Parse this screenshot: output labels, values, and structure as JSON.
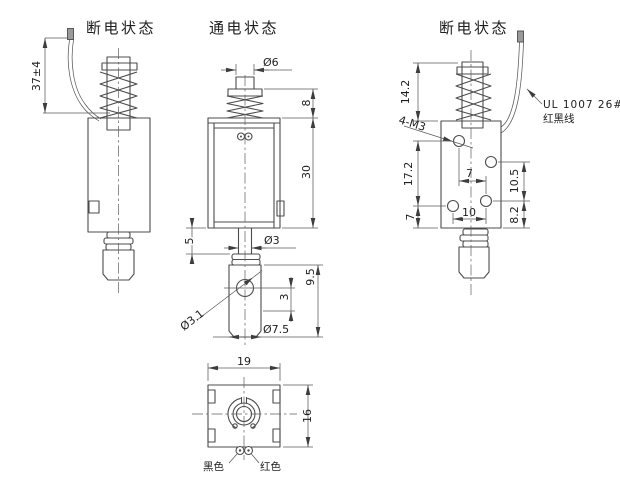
{
  "drawing": {
    "titles": {
      "left": "断电状态",
      "middle": "通电状态",
      "right": "断电状态"
    },
    "left_view": {
      "wire_length": "37±4"
    },
    "middle_view": {
      "top_diameter": "Ø6",
      "spring_height": "8",
      "body_height": "30",
      "shaft_exposed": "5",
      "shaft_diameter": "Ø3",
      "hole_diameter": "Ø3.1",
      "hole_offset": "3",
      "head_height": "9.5",
      "head_diameter": "Ø7.5"
    },
    "right_view": {
      "spring_extension": "14.2",
      "thread_callout": "4-M3",
      "hole_spacing_v": "17.2",
      "hole_to_bottom": "7",
      "hole_spacing_h": "7",
      "hole_spacing_h2": "10",
      "hole_spacing_v2": "10.5",
      "hole_to_bottom2": "8.2",
      "wire_spec": "UL 1007 26#",
      "wire_color_label": "红黑线"
    },
    "bottom_view": {
      "width": "19",
      "height": "16",
      "black_wire": "黑色",
      "red_wire": "红色"
    }
  },
  "colors": {
    "line": "#4c4c4c",
    "text": "#1d1d1d",
    "background": "#ffffff"
  }
}
